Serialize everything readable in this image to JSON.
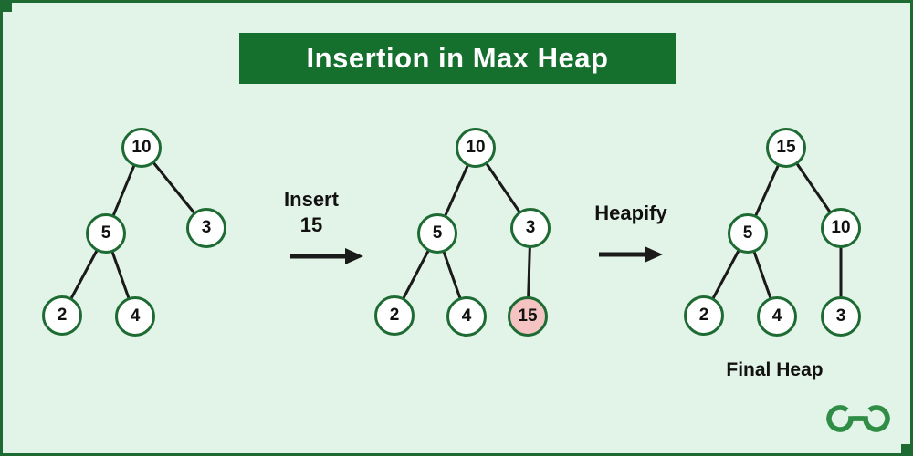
{
  "title": "Insertion in Max Heap",
  "steps": {
    "insert_label": "Insert\n15",
    "heapify_label": "Heapify"
  },
  "final_heap_label": "Final Heap",
  "trees": [
    {
      "name": "initial-heap",
      "nodes": [
        {
          "value": "10"
        },
        {
          "value": "5"
        },
        {
          "value": "3"
        },
        {
          "value": "2"
        },
        {
          "value": "4"
        }
      ]
    },
    {
      "name": "after-insert",
      "nodes": [
        {
          "value": "10"
        },
        {
          "value": "5"
        },
        {
          "value": "3"
        },
        {
          "value": "2"
        },
        {
          "value": "4"
        },
        {
          "value": "15",
          "highlight": true
        }
      ]
    },
    {
      "name": "final-heap",
      "nodes": [
        {
          "value": "15"
        },
        {
          "value": "5"
        },
        {
          "value": "10"
        },
        {
          "value": "2"
        },
        {
          "value": "4"
        },
        {
          "value": "3"
        }
      ]
    }
  ],
  "logo": "geeksforgeeks",
  "colors": {
    "background": "#e2f3e7",
    "frame": "#1d6b33",
    "banner": "#15702e",
    "node_fill": "#ffffff",
    "node_border": "#1d6b33",
    "highlight_fill": "#f5c4c2",
    "line": "#1a1a1a",
    "text": "#111111",
    "logo_green": "#2f8d46"
  }
}
